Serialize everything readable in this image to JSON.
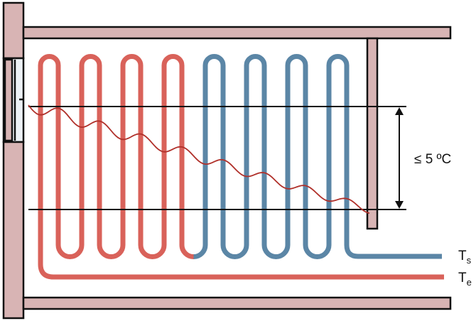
{
  "labels": {
    "delta": "≤ 5 ºC",
    "supply_main": "T",
    "supply_sub": "s",
    "return_main": "T",
    "return_sub": "e"
  },
  "colors": {
    "hot_pipe": "#d9625a",
    "cold_pipe": "#5b86a6",
    "wall": "#d8b4b4",
    "temperature_curve": "#b0302a"
  }
}
